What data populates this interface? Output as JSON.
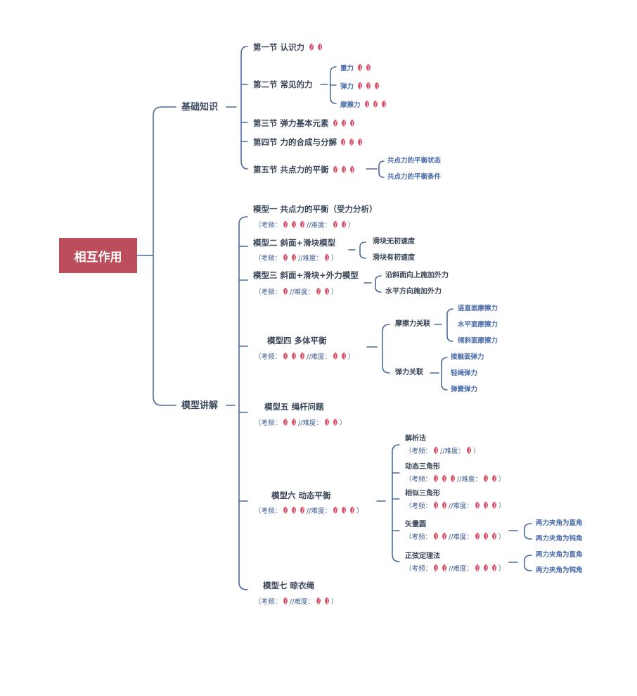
{
  "root": {
    "label": "相互作用"
  },
  "branches": {
    "basic": {
      "label": "基础知识",
      "sections": [
        {
          "label": "第一节 认识力",
          "stars": 2
        },
        {
          "label": "第二节 常见的力",
          "stars": 0,
          "children": [
            {
              "label": "重力",
              "stars": 2
            },
            {
              "label": "弹力",
              "stars": 3
            },
            {
              "label": "摩擦力",
              "stars": 3
            }
          ]
        },
        {
          "label": "第三节 弹力基本元素",
          "stars": 3
        },
        {
          "label": "第四节 力的合成与分解",
          "stars": 3
        },
        {
          "label": "第五节 共点力的平衡",
          "stars": 3,
          "children": [
            {
              "label": "共点力的平衡状态"
            },
            {
              "label": "共点力的平衡条件"
            }
          ]
        }
      ]
    },
    "models": {
      "label": "模型讲解",
      "freq_label": "（考频：",
      "diff_label": "//难度：",
      "close": "）",
      "items": [
        {
          "label": "模型一 共点力的平衡（受力分析）",
          "freq": 3,
          "diff": 2
        },
        {
          "label": "模型二 斜面+滑块模型",
          "freq": 2,
          "diff": 1,
          "children": [
            {
              "label": "滑块无初速度"
            },
            {
              "label": "滑块有初速度"
            }
          ]
        },
        {
          "label": "模型三 斜面+滑块+外力模型",
          "freq": 1,
          "diff": 2,
          "children": [
            {
              "label": "沿斜面向上施加外力"
            },
            {
              "label": "水平方向施加外力"
            }
          ]
        },
        {
          "label": "模型四 多体平衡",
          "freq": 3,
          "diff": 2,
          "children": [
            {
              "label": "摩擦力关联",
              "children": [
                {
                  "label": "竖直面摩擦力"
                },
                {
                  "label": "水平面摩擦力"
                },
                {
                  "label": "倾斜面摩擦力"
                }
              ]
            },
            {
              "label": "弹力关联",
              "children": [
                {
                  "label": "接触面弹力"
                },
                {
                  "label": "轻绳弹力"
                },
                {
                  "label": "弹簧弹力"
                }
              ]
            }
          ]
        },
        {
          "label": "模型五 绳杆问题",
          "freq": 2,
          "diff": 2
        },
        {
          "label": "模型六 动态平衡",
          "freq": 3,
          "diff": 3,
          "children": [
            {
              "label": "解析法",
              "freq": 1,
              "diff": 1
            },
            {
              "label": "动态三角形",
              "freq": 3,
              "diff": 2
            },
            {
              "label": "相似三角形",
              "freq": 2,
              "diff": 3
            },
            {
              "label": "矢量圆",
              "freq": 2,
              "diff": 3,
              "children": [
                {
                  "label": "两力夹角为直角"
                },
                {
                  "label": "两力夹角为钝角"
                }
              ]
            },
            {
              "label": "正弦定理法",
              "freq": 2,
              "diff": 3,
              "children": [
                {
                  "label": "两力夹角为直角"
                },
                {
                  "label": "两力夹角为钝角"
                }
              ]
            }
          ]
        },
        {
          "label": "模型七 晾衣绳",
          "freq": 1,
          "diff": 2
        }
      ]
    }
  },
  "colors": {
    "root_bg": "#bc4d5b",
    "line": "#4a6a9c",
    "leaf": "#d9536a"
  }
}
